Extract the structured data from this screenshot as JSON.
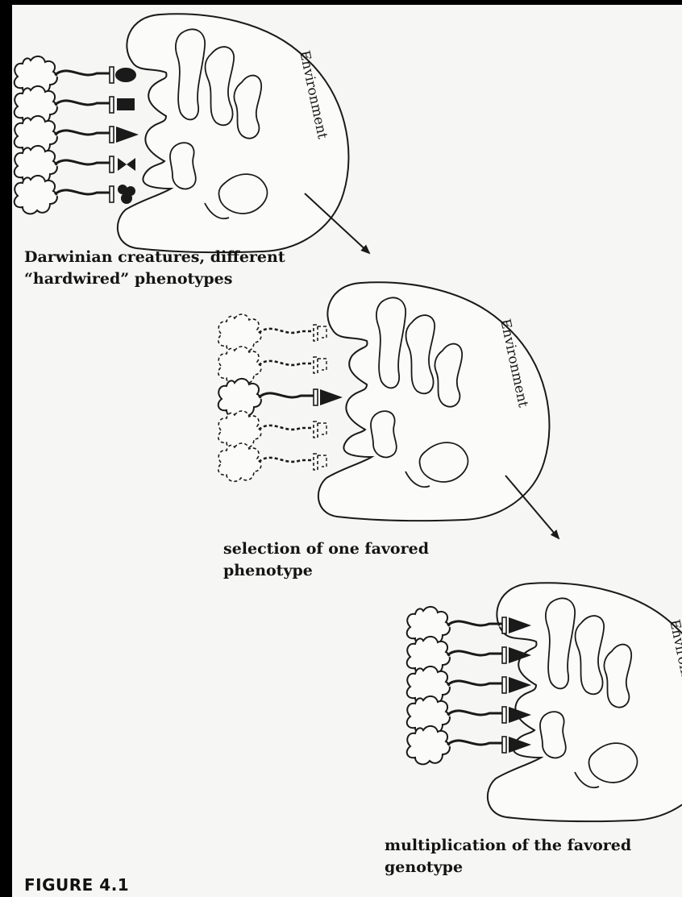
{
  "figure_label": "FIGURE 4.1",
  "stages": [
    {
      "environment_label": "Environment",
      "caption_lines": [
        "Darwinian creatures, different",
        "“hardwired” phenotypes"
      ],
      "creatures": [
        {
          "phenotype": "oval",
          "selected": true
        },
        {
          "phenotype": "square",
          "selected": true
        },
        {
          "phenotype": "triangle",
          "selected": true
        },
        {
          "phenotype": "bowtie",
          "selected": true
        },
        {
          "phenotype": "trefoil",
          "selected": true
        }
      ]
    },
    {
      "environment_label": "Environment",
      "caption_lines": [
        "selection of one favored",
        "phenotype"
      ],
      "creatures": [
        {
          "phenotype": "none",
          "selected": false
        },
        {
          "phenotype": "none",
          "selected": false
        },
        {
          "phenotype": "triangle",
          "selected": true
        },
        {
          "phenotype": "none",
          "selected": false
        },
        {
          "phenotype": "none",
          "selected": false
        }
      ]
    },
    {
      "environment_label": "Environment",
      "caption_lines": [
        "multiplication of the favored",
        "genotype"
      ],
      "creatures": [
        {
          "phenotype": "triangle",
          "selected": true
        },
        {
          "phenotype": "triangle",
          "selected": true
        },
        {
          "phenotype": "triangle",
          "selected": true
        },
        {
          "phenotype": "triangle",
          "selected": true
        },
        {
          "phenotype": "triangle",
          "selected": true
        }
      ]
    }
  ]
}
